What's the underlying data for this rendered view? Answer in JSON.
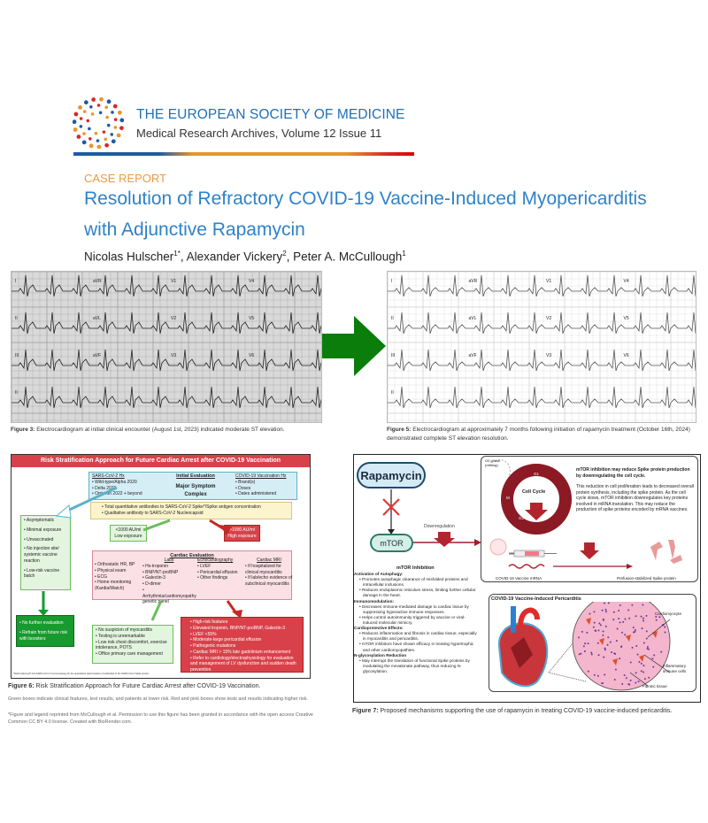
{
  "header": {
    "org": "THE EUROPEAN SOCIETY OF MEDICINE",
    "journal": "Medical Research Archives, Volume 12 Issue 11",
    "article_type": "CASE REPORT",
    "title_line1": "Resolution of Refractory COVID-19 Vaccine-Induced Myopericarditis",
    "title_line2": "with Adjunctive Rapamycin",
    "authors": [
      {
        "name": "Nicolas Hulscher",
        "sup": "1*"
      },
      {
        "name": "Alexander Vickery",
        "sup": "2"
      },
      {
        "name": "Peter A. McCullough",
        "sup": "1"
      }
    ]
  },
  "figure3": {
    "label": "Figure 3:",
    "caption": "Electrocardiogram at initial clinical encounter (August 1st, 2023) indicated moderate ST elevation.",
    "leads": [
      "I",
      "aVR",
      "V1",
      "V4",
      "II",
      "aVL",
      "V2",
      "V5",
      "III",
      "aVF",
      "V3",
      "V6",
      "II"
    ]
  },
  "figure5": {
    "label": "Figure 5:",
    "caption": "Electrocardiogram at approximately 7 months following initiation of rapamycin treatment (October 16th, 2024) demonstrated complete ST elevation resolution.",
    "leads": [
      "I",
      "aVR",
      "V1",
      "V4",
      "II",
      "aVL",
      "V2",
      "V5",
      "III",
      "aVF",
      "V3",
      "V6",
      "II"
    ]
  },
  "figure6": {
    "title": "Risk Stratification Approach for Future Cardiac Arrest after COVID-19 Vaccination",
    "initial": {
      "heading": "Initial Evaluation",
      "center": "Major Symptom Complex",
      "sars_head": "SARS-CoV-2 Hx",
      "sars_items": [
        "Wild-type/Alpha 2020",
        "Delta 2021",
        "Omicron 2022 + beyond"
      ],
      "vacc_head": "COVID-19 Vaccination Hx",
      "vacc_items": [
        "Brand(s)",
        "Doses",
        "Dates administered"
      ]
    },
    "antibody": [
      "Total quantitative antibodies to SARS-CoV-2 Spike*/Spike antigen concentration",
      "Qualitative antibody to SARS-CoV-2 Nucleocapsid"
    ],
    "low": [
      "<1000 AU/ml",
      "Low exposure"
    ],
    "high": [
      ">1000 AU/ml",
      "High exposure"
    ],
    "low_risk": [
      "Asymptomatic",
      "Minimal exposure",
      "Unvaccinated",
      "No injection site/ systemic vaccine reaction",
      "Low-risk vaccine batch"
    ],
    "cardiac": {
      "heading": "Cardiac Evaluation",
      "general": [
        "Orthostatic HR, BP",
        "Physical exam",
        "ECG",
        "Home monitoring (Kardia/Watch)"
      ],
      "labs_head": "Labs",
      "labs": [
        "Hs-troponin",
        "BNP/NT-proBNP",
        "Galectin-3",
        "D-dimer",
        "Arrhythmia/cardiomyopathy genetic panel"
      ],
      "echo_head": "Echocardiography",
      "echo": [
        "LVEF",
        "Pericardial effusion",
        "Other findings"
      ],
      "mri_head": "Cardiac MRI",
      "mri": [
        "If hospitalized for clinical myocarditis",
        "If lab/echo evidence of subclinical myocarditis"
      ]
    },
    "no_eval": [
      "No further evaluation",
      "Refrain from future risk with boosters"
    ],
    "no_susp": [
      "No suspicion of myocarditis",
      "Testing is unremarkable",
      "Low risk chest discomfort, exercise intolerance, POTS",
      "Office primary care management"
    ],
    "high_risk": [
      "High-risk features",
      "Elevated troponin, BNP/NT-proBNP, Galectin-3",
      "LVEF <55%",
      "Moderate-large pericardial effusion",
      "Pathogenic mutations",
      "Cardiac MRI > 15% late gadolinium enhancement",
      "Refer to cardiology/electrophysiology for evaluation and management of LV dysfunction and sudden death prevention"
    ],
    "footnote": "*Roche Elecsys® Anti-SARS-CoV-2 S immunoassay for the quantitative determination of antibodies to the SARS-CoV-2 Spike protein",
    "label": "Figure 6:",
    "caption": "Risk Stratification Approach for Future Cardiac Arrest after COVID-19 Vaccination.",
    "note1": "Green boxes indicate clinical features, test results, and patients at lower risk. Red and pink boxes show tests and results indicating higher risk.",
    "note2": "*Figure and legend reprinted from McCullough et al. Permission to use this figure has been granted in accordance with the open access Creative Common CC BY 4.0 license. Created with BioRender.com."
  },
  "figure7": {
    "rapamycin": "Rapamycin",
    "mtor": "mTOR",
    "downreg": "Downregulation",
    "g0": "G0 phase (resting)",
    "cycle": "Cell Cycle",
    "phases": [
      "G1",
      "S",
      "G2",
      "M"
    ],
    "cc_head": "mTOR inhibition may reduce Spike protein production by downregulating the cell cycle.",
    "cc_text": "This reduction in cell proliferation leads to decreased overall protein synthesis, including the spike protein. As the cell cycle slows, mTOR inhibition downregulates key proteins involved in mRNA translation. This may reduce the production of spike proteins encoded by mRNA vaccines.",
    "mrna": "COVID-19 Vaccine mRNA",
    "spike": "Prefusion-stabilized Spike protein",
    "inhib_head": "mTOR Inhibition",
    "sections": [
      {
        "head": "Activation of Autophagy:",
        "items": [
          "Promotes autophagic clearance of misfolded proteins and intracellular inclusions.",
          "Reduces endoplasmic reticulum stress, limiting further cellular damage in the heart."
        ]
      },
      {
        "head": "Immunomodulation:",
        "items": [
          "Decreases immune-mediated damage to cardiac tissue by suppressing hyperactive immune responses.",
          "Helps control autoimmunity triggered by vaccine or viral-induced molecular mimicry."
        ]
      },
      {
        "head": "Cardioprotective Effects:",
        "items": [
          "Reduces inflammation and fibrosis in cardiac tissue, especially in myocarditis and pericarditis.",
          "mTOR inhibitors have shown efficacy in treating hypertrophic and other cardiomyopathies."
        ]
      },
      {
        "head": "N-glycosylation Reduction",
        "items": [
          "May interrupt the translation of functional Spike proteins by modulating the mevalonate pathway, thus reducing N-glycosylation."
        ]
      }
    ],
    "peri_head": "COVID-19 Vaccine-Induced Pericarditis",
    "cardiomyocyte": "Cardiomyocyte",
    "immune": "Inflammatory immune cells",
    "fibrotic": "Fibrotic tissue",
    "label": "Figure 7:",
    "caption": "Proposed mechanisms supporting the use of rapamycin in treating COVID-19 vaccine-induced pericarditis."
  },
  "colors": {
    "brand_blue": "#1f6fb5",
    "orange": "#ec9a45",
    "red": "#d9414a",
    "green": "#1e9a2e",
    "arrow_green": "#0a7d0a"
  }
}
